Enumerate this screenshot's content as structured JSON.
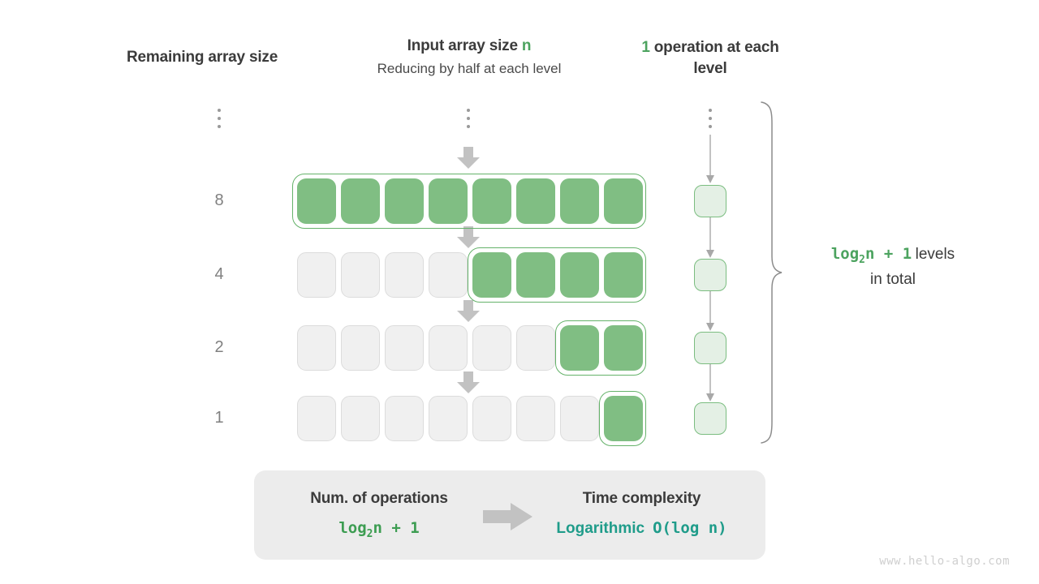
{
  "headers": {
    "left": "Remaining array size",
    "mid_line1_pre": "Input array size ",
    "mid_line1_var": "n",
    "mid_line2": "Reducing by half at each level",
    "right_num": "1",
    "right_rest": " operation at each level"
  },
  "ellipsis_icon": "vertical-ellipsis",
  "levels": [
    {
      "size_label": "8",
      "total_cells": 8,
      "filled": 8,
      "fill_start": 0
    },
    {
      "size_label": "4",
      "total_cells": 8,
      "filled": 4,
      "fill_start": 4
    },
    {
      "size_label": "2",
      "total_cells": 8,
      "filled": 2,
      "fill_start": 6
    },
    {
      "size_label": "1",
      "total_cells": 8,
      "filled": 1,
      "fill_start": 7
    }
  ],
  "operations": {
    "boxes": 4,
    "connector_icon": "down-arrow-line"
  },
  "brace": {
    "icon": "curly-brace-right",
    "equation": "log₂n + 1",
    "label_line1": "levels",
    "label_line2": "in total"
  },
  "summary": {
    "left_title": "Num. of operations",
    "left_value": "log₂n + 1",
    "arrow_icon": "right-arrow",
    "right_title": "Time complexity",
    "right_value_word": "Logarithmic",
    "right_value_mono": "O(log n)"
  },
  "watermark": "www.hello-algo.com",
  "colors": {
    "green_fill": "#80be83",
    "green_border": "#65b26a",
    "green_text": "#4ca35f",
    "light_green_box": "#e4f0e5",
    "gray_cell": "#f0f0f0",
    "panel_bg": "#ececec",
    "teal": "#1f9c8a",
    "arrow_gray": "#c2c2c2"
  }
}
